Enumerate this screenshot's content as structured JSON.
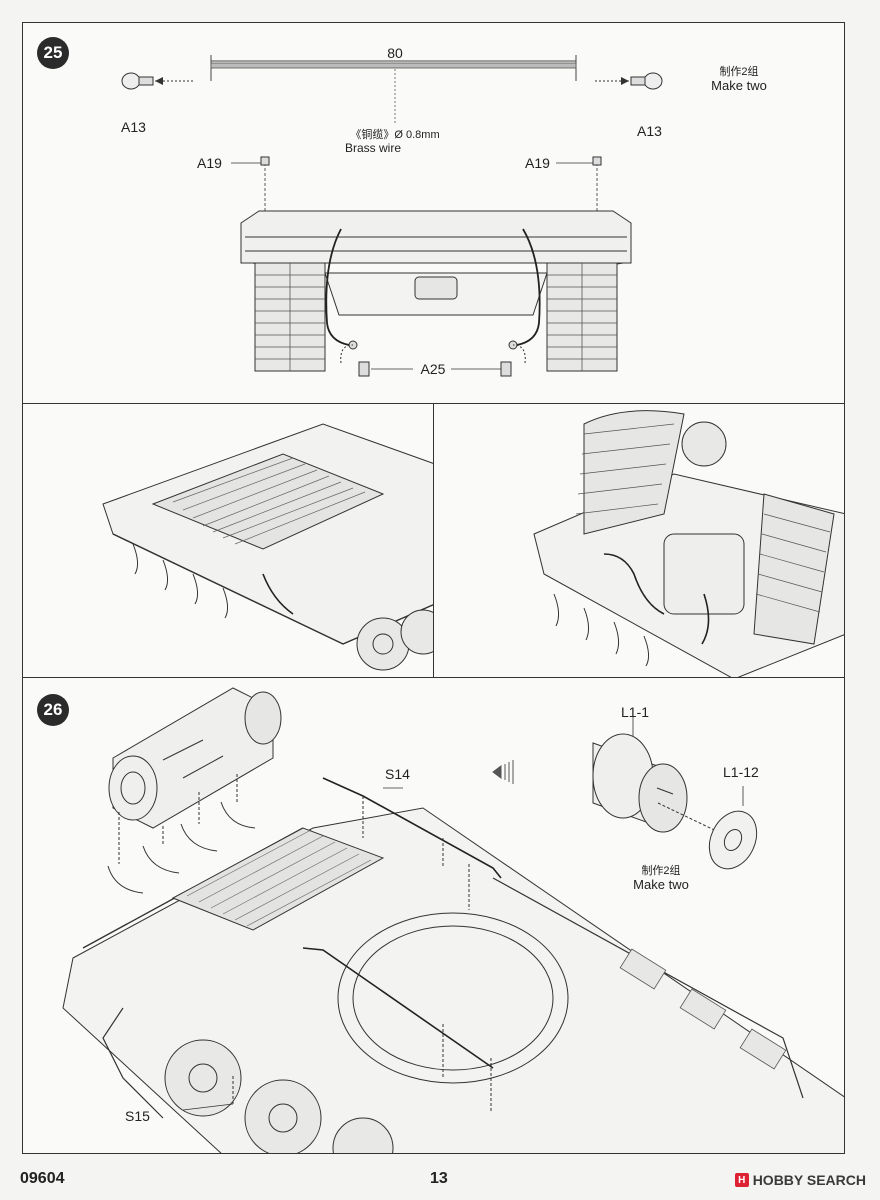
{
  "step25": {
    "number": "25",
    "length_label": "80",
    "part_a13_left": "A13",
    "part_a13_right": "A13",
    "wire_cn": "《铜缆》Ø 0.8mm",
    "wire_en": "Brass wire",
    "make_two_cn": "制作2组",
    "make_two_en": "Make two",
    "part_a19_left": "A19",
    "part_a19_right": "A19",
    "part_a25": "A25"
  },
  "step26": {
    "number": "26",
    "part_s14": "S14",
    "part_s15": "S15",
    "part_l1_1": "L1-1",
    "part_l1_12": "L1-12",
    "make_two_cn": "制作2组",
    "make_two_en": "Make two"
  },
  "footer": {
    "code": "09604",
    "page": "13",
    "watermark": "HOBBY SEARCH"
  }
}
